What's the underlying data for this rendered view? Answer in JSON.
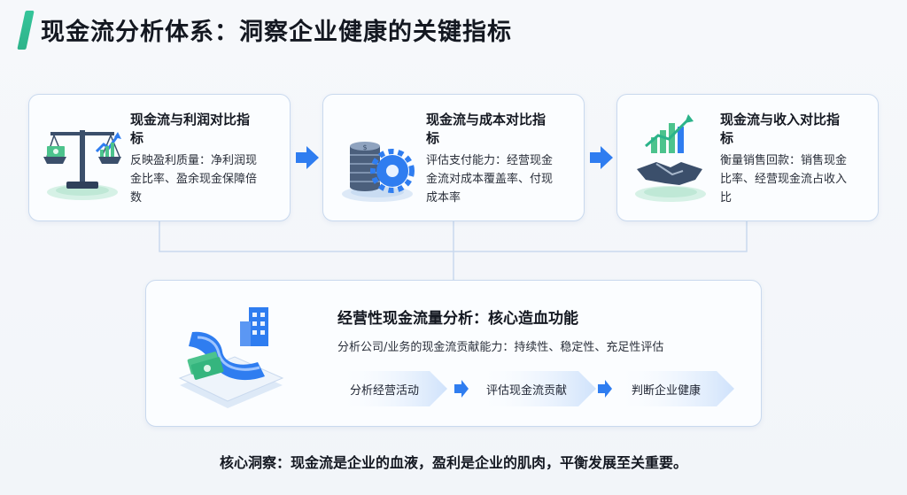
{
  "title": "现金流分析体系：洞察企业健康的关键指标",
  "cards": [
    {
      "title_line1": "现金流与利润对比指",
      "title_line2": "标",
      "desc_line1": "反映盈利质量：净利润现",
      "desc_line2": "金比率、盈余现金保障倍",
      "desc_line3": "数",
      "icon": "balance-scale-icon"
    },
    {
      "title_line1": "现金流与成本对比指",
      "title_line2": "标",
      "desc_line1": "评估支付能力：经营现金",
      "desc_line2": "金流对成本覆盖率、付现",
      "desc_line3": "成本率",
      "icon": "coins-gear-icon"
    },
    {
      "title_line1": "现金流与收入对比指",
      "title_line2": "标",
      "desc_line1": "衡量销售回款：销售现金",
      "desc_line2": "比率、经营现金流占收入",
      "desc_line3": "比",
      "icon": "handshake-chart-icon"
    }
  ],
  "core": {
    "title": "经营性现金流量分析：核心造血功能",
    "desc": "分析公司/业务的现金流贡献能力：持续性、稳定性、充足性评估",
    "steps": [
      "分析经营活动",
      "评估现金流贡献",
      "判断企业健康"
    ],
    "icon": "cash-river-building-icon"
  },
  "footer": "核心洞察：现金流是企业的血液，盈利是企业的肌肉，平衡发展至关重要。",
  "colors": {
    "accent_green": "#35c59a",
    "arrow_blue": "#2f7df0",
    "card_border": "#c9d9ee",
    "step_fill": "#dceafc"
  }
}
